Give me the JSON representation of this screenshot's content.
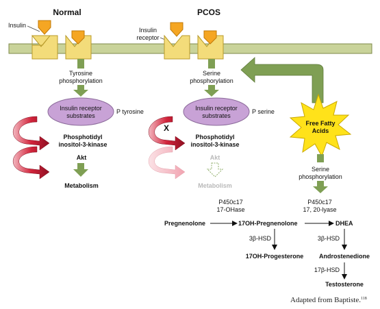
{
  "colors": {
    "membrane": "#c9d39a",
    "membrane_stroke": "#7d8a4a",
    "receptor": "#f3dc7a",
    "receptor_stroke": "#b89a2a",
    "insulin": "#f5a623",
    "green_arrow": "#7f9f54",
    "purple_ellipse": "#c8a2d6",
    "star": "#ffe21a",
    "swirl_red": "#d2243b"
  },
  "labels": {
    "normal": "Normal",
    "pcos": "PCOS",
    "insulin": "Insulin",
    "insulin_receptor_line1": "Insulin",
    "insulin_receptor_line2": "receptor",
    "tyrosine_line1": "Tyrosine",
    "tyrosine_line2": "phosphorylation",
    "serine_line1": "Serine",
    "serine_line2": "phosphorylation",
    "irs_line1": "Insulin receptor",
    "irs_line2": "substrates",
    "p_tyrosine": "P tyrosine",
    "p_serine": "P serine",
    "pi3k_line1": "Phosphotidyl",
    "pi3k_line2": "inositol-3-kinase",
    "akt": "Akt",
    "metabolism": "Metabolism",
    "x_mark": "X",
    "ffa_line1": "Free Fatty",
    "ffa_line2": "Acids",
    "serine2_line1": "Serine",
    "serine2_line2": "phosphorylation",
    "p450_left_line1": "P450c17",
    "p450_left_line2": "17-OHase",
    "p450_right_line1": "P450c17",
    "p450_right_line2": "17, 20-lyase",
    "pregnenolone": "Pregnenolone",
    "oh_pregnenolone": "17OH-Pregnenolone",
    "dhea": "DHEA",
    "hsd_left": "3β-HSD",
    "hsd_right": "3β-HSD",
    "oh_progesterone": "17OH-Progesterone",
    "androstenedione": "Androstenedione",
    "hsd17": "17β-HSD",
    "testosterone": "Testosterone",
    "caption": "Adapted from Baptiste.",
    "caption_ref": "118"
  }
}
